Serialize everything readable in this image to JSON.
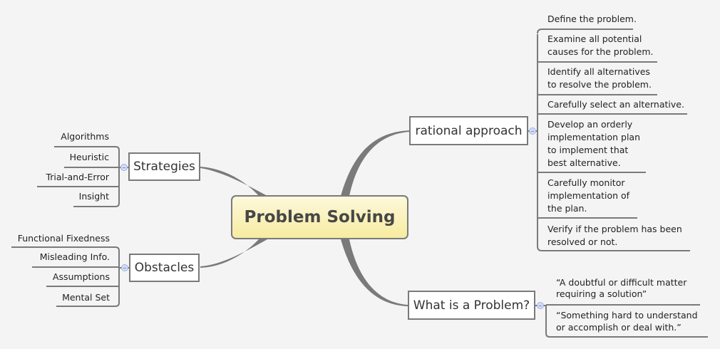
{
  "central_topic": {
    "label": "Problem Solving"
  },
  "colors": {
    "background": "#f4f4f4",
    "connector": "#7a7a7a",
    "central_fill_top": "#fdf8dc",
    "central_fill_bottom": "#f7eca0",
    "collapse_button": "#d2dcf5"
  },
  "branches": {
    "rational_approach": {
      "label": "rational approach",
      "children": [
        "Define the problem.",
        "Examine all potential\ncauses for the problem.",
        "Identify all alternatives\nto resolve the problem.",
        "Carefully select an alternative.",
        "Develop an orderly\nimplementation plan\nto implement that\nbest alternative.",
        "Carefully monitor\nimplementation of\nthe plan.",
        "Verify if the problem has been\nresolved or not."
      ]
    },
    "what_is_a_problem": {
      "label": "What is a Problem?",
      "children": [
        "“A doubtful or difficult matter\nrequiring a solution”",
        "“Something hard to understand\nor accomplish or deal with.”"
      ]
    },
    "strategies": {
      "label": "Strategies",
      "children": [
        "Algorithms",
        "Heuristic",
        "Trial-and-Error",
        "Insight"
      ]
    },
    "obstacles": {
      "label": "Obstacles",
      "children": [
        "Functional Fixedness",
        "Misleading Info.",
        "Assumptions",
        "Mental Set"
      ]
    }
  }
}
